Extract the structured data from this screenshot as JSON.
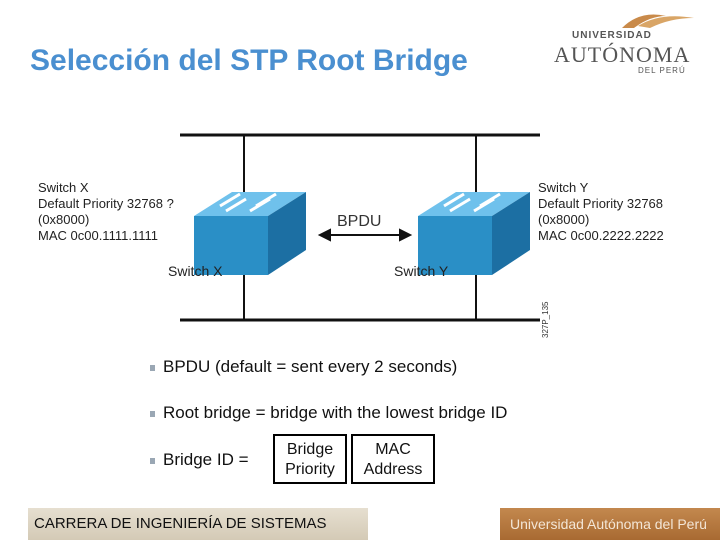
{
  "title": "Selección del STP Root Bridge",
  "logo": {
    "line1": "UNIVERSIDAD",
    "line2": "AUTÓNOMA",
    "line3": "DEL PERÚ"
  },
  "diagram": {
    "switch_x_info": [
      "Switch X",
      "Default Priority 32768 ?",
      "(0x8000)",
      "MAC 0c00.1111.1111"
    ],
    "switch_y_info": [
      "Switch Y",
      "Default Priority 32768",
      "(0x8000)",
      "MAC 0c00.2222.2222"
    ],
    "switch_x_name": "Switch X",
    "switch_y_name": "Switch Y",
    "bpdu_label": "BPDU",
    "figure_id": "327P_135"
  },
  "bullets": [
    "BPDU (default = sent every 2 seconds)",
    "Root bridge = bridge with the lowest bridge ID",
    "Bridge ID ="
  ],
  "bridge_id_fields": [
    {
      "line1": "Bridge",
      "line2": "Priority"
    },
    {
      "line1": "MAC",
      "line2": "Address"
    }
  ],
  "footer": {
    "left": "CARRERA DE INGENIERÍA DE SISTEMAS",
    "right": "Universidad Autónoma del Perú"
  },
  "colors": {
    "title": "#4a8fd0",
    "switch": "#2a8fc6",
    "footer_brand": "#b07538"
  }
}
